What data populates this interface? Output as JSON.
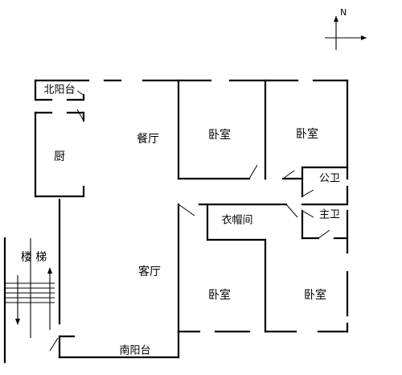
{
  "compass": {
    "north_label": "N"
  },
  "rooms": {
    "north_balcony": "北阳台",
    "kitchen": "厨",
    "dining": "餐厅",
    "bedroom_1": "卧室",
    "bedroom_2": "卧室",
    "public_bath": "公卫",
    "master_bath": "主卫",
    "cloakroom": "衣帽间",
    "stairs": "楼 梯",
    "living": "客厅",
    "bedroom_3": "卧室",
    "bedroom_4": "卧室",
    "south_balcony": "南阳台"
  }
}
